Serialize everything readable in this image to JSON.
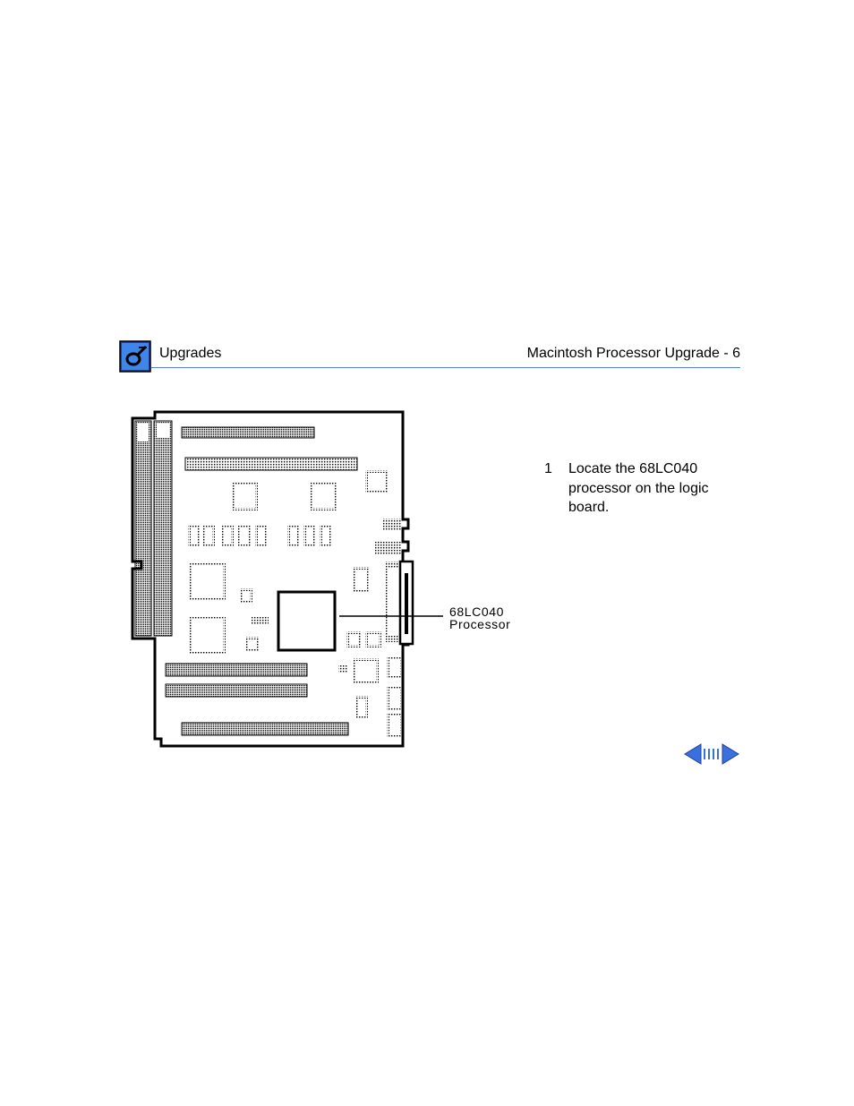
{
  "header": {
    "logo_icon": "apple-service-logo-icon",
    "section_title": "Upgrades",
    "page_reference": "Macintosh Processor Upgrade - 6"
  },
  "colors": {
    "accent_blue": "#3a6fe0",
    "rule_blue": "#5a7fd6",
    "logo_blue": "#3f86e8"
  },
  "figure": {
    "callout_line1": "68LC040",
    "callout_line2": "Processor"
  },
  "step": {
    "number": "1",
    "text": "Locate the 68LC040 processor on the logic board."
  },
  "navigation": {
    "prev_icon": "left-arrow-icon",
    "index_icon": "index-bars-icon",
    "next_icon": "right-arrow-icon"
  }
}
